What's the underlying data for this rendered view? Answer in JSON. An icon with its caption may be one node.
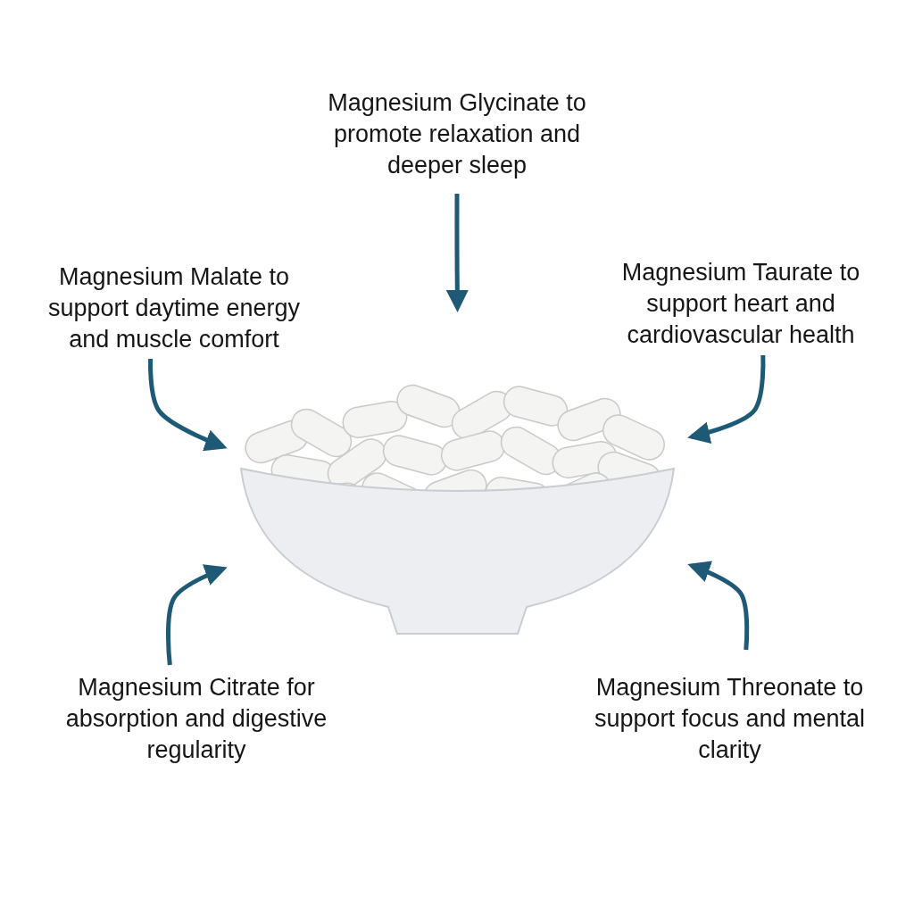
{
  "diagram": {
    "nodes": [
      {
        "text": [
          "Magnesium Glycinate to promote relaxation and deeper sleep"
        ]
      },
      {
        "text": [
          "Magnesium Malate to support daytime energy and muscle comfort"
        ]
      },
      {
        "text": [
          "Magnesium Taurate to support heart and cardiovascular health"
        ]
      },
      {
        "text": [],
        "shape": "picture"
      },
      {
        "text": [
          "Magnesium Citrate for absorption and digestive regularity"
        ]
      },
      {
        "text": [
          "Magnesium Threonate to support focus and mental clarity"
        ]
      }
    ],
    "edges": [
      {
        "from": 0,
        "to": 3,
        "arrow": "to"
      },
      {
        "from": 1,
        "to": 3,
        "arrow": "to"
      },
      {
        "from": 2,
        "to": 3,
        "arrow": "to"
      },
      {
        "from": 4,
        "to": 3,
        "arrow": "to"
      },
      {
        "from": 5,
        "to": 3,
        "arrow": "to"
      }
    ]
  }
}
